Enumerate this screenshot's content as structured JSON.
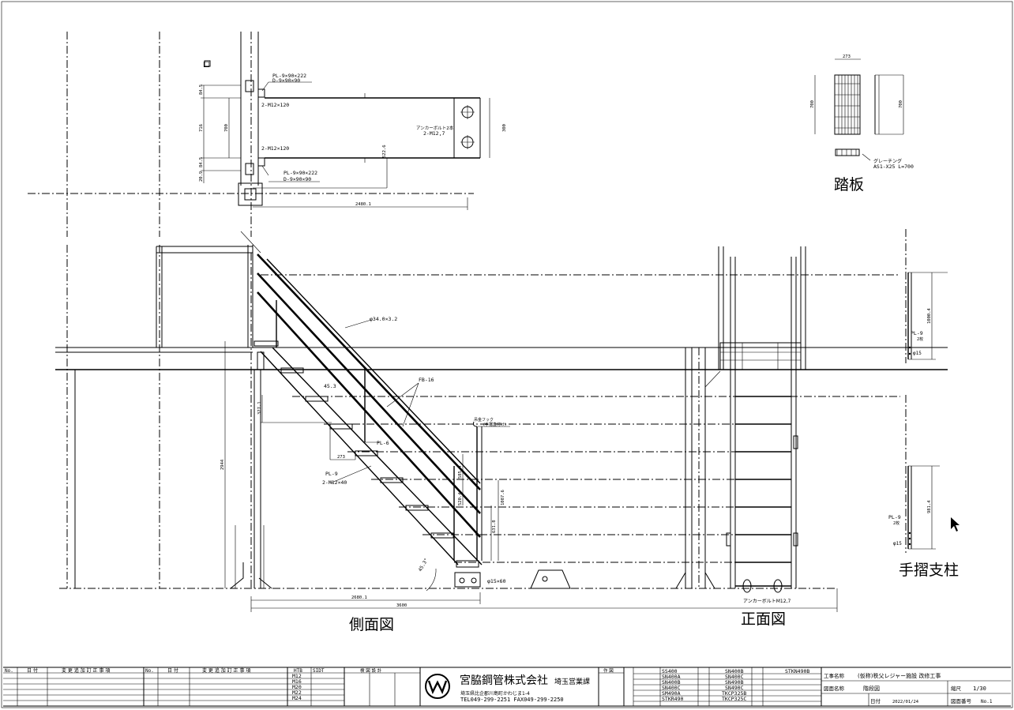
{
  "plan": {
    "mark": "□",
    "pl_top_1": "PL-9×90×222",
    "pl_top_2": "D-9×90×90",
    "bolt_top": "2-M12×120",
    "bolt_bottom": "2-M12×120",
    "pl_bot_1": "PL-9×90×222",
    "pl_bot_2": "D-9×90×90",
    "anchor_1": "アンカーボルト2本",
    "anchor_2": "2-M12,7",
    "dim_845": "84.5",
    "dim_716": "716",
    "dim_700": "700",
    "dim_845b": "84.5",
    "dim_20": "20.9",
    "dim_522": "522.6",
    "dim_300": "300",
    "dim_2480": "2480.1"
  },
  "tread": {
    "dim_top": "273",
    "dim_left": "700",
    "dim_right": "700",
    "note_1": "グレーチング",
    "note_2": "AS1-X25 L=700",
    "title": "踏板"
  },
  "side": {
    "pipe": "φ34.0×3.2",
    "fb": "FB-16",
    "angle": "45.3",
    "rise": "327.1",
    "going": "273",
    "pl_a": "PL-6",
    "pl_b": "PL-9",
    "bolt": "2-M12×40",
    "hook_1": "吊金フック",
    "hook_2": "(手摺直付け)",
    "dim_5854": "585.4",
    "dim_5204": "520.4",
    "dim_1087": "1087.6",
    "dim_6318": "631.8",
    "height": "2944",
    "base_angle": "45.3°",
    "hole": "φ15×60",
    "dim_2680": "2680.1",
    "dim_3600": "3600",
    "title": "側面図"
  },
  "front": {
    "anchor": "アンカーボルトM12,7",
    "title": "正面図"
  },
  "post": {
    "pl_1": "PL-9",
    "pl_1b": "2枚",
    "d15a": "φ15",
    "dim_1000": "1000.4",
    "pl_2": "PL-9",
    "pl_2b": "2枚",
    "d15b": "φ15",
    "dim_981": "981.4",
    "title": "手摺支柱"
  },
  "titleblock": {
    "h_no": "No.",
    "h_date": "日 付",
    "h_revision": "変 更 追 加 訂 正 事 項",
    "h_no2": "No.",
    "h_date2": "日 付",
    "h_revision2": "変 更 追 加 訂 正 事 項",
    "h_bolt": "HTB",
    "h_sidt": "SIDT",
    "bolts": [
      "M12",
      "M16",
      "M20",
      "M22",
      "M24"
    ],
    "h_inspect": "検 図 設 計",
    "company": "宮脇鋼管株式会社",
    "branch": "埼玉営業課",
    "address": "埼玉県比企郡川島町かわじま1-4",
    "tel": "TEL049-299-2251 FAX049-299-2250",
    "h_author": "作 図",
    "mat_col1": [
      "SS400",
      "SN400A",
      "SN400B",
      "SN400C",
      "SM490A",
      "STKR490"
    ],
    "mat_col2": [
      "SN400B",
      "SN400C",
      "SN490B",
      "SN490C",
      "TKCP325B",
      "TKCP325C"
    ],
    "mat_extra": "STKN490B",
    "label_project": "工事名称",
    "project": "(仮称)秩父レジャー施設 改修工事",
    "label_drawing": "図面名称",
    "drawing": "階段図",
    "label_scale": "縮尺",
    "scale": "1/30",
    "label_date": "日付",
    "date": "2022/01/24",
    "label_number": "図面番号",
    "number": "No.1"
  },
  "colors": {
    "line": "#000000",
    "background": "#ffffff"
  }
}
